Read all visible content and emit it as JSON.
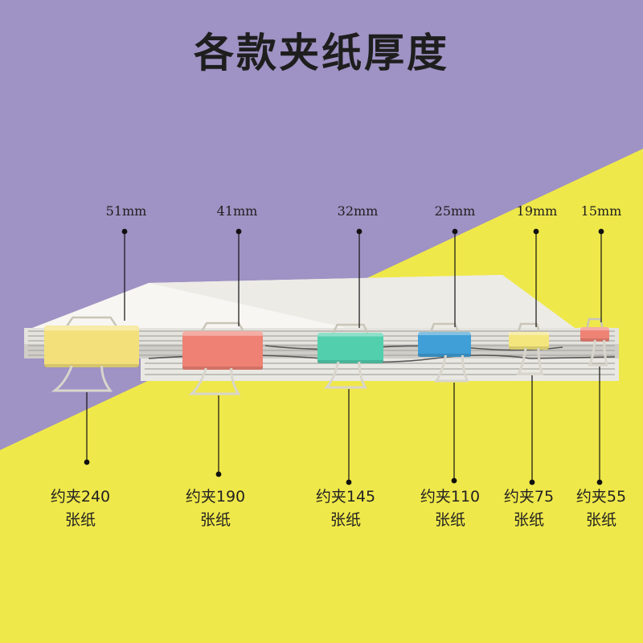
{
  "title": "各款夹纸厚度",
  "clips": [
    {
      "size": "51mm",
      "capacity": "约夹240",
      "unit": "张纸",
      "color": "#f3e07a"
    },
    {
      "size": "41mm",
      "capacity": "约夹190",
      "unit": "张纸",
      "color": "#ee8173"
    },
    {
      "size": "32mm",
      "capacity": "约夹145",
      "unit": "张纸",
      "color": "#52cfad"
    },
    {
      "size": "25mm",
      "capacity": "约夹110",
      "unit": "张纸",
      "color": "#3f9fd6"
    },
    {
      "size": "19mm",
      "capacity": "约夹75",
      "unit": "张纸",
      "color": "#f4e57d"
    },
    {
      "size": "15mm",
      "capacity": "约夹55",
      "unit": "张纸",
      "color": "#ee8375"
    }
  ]
}
